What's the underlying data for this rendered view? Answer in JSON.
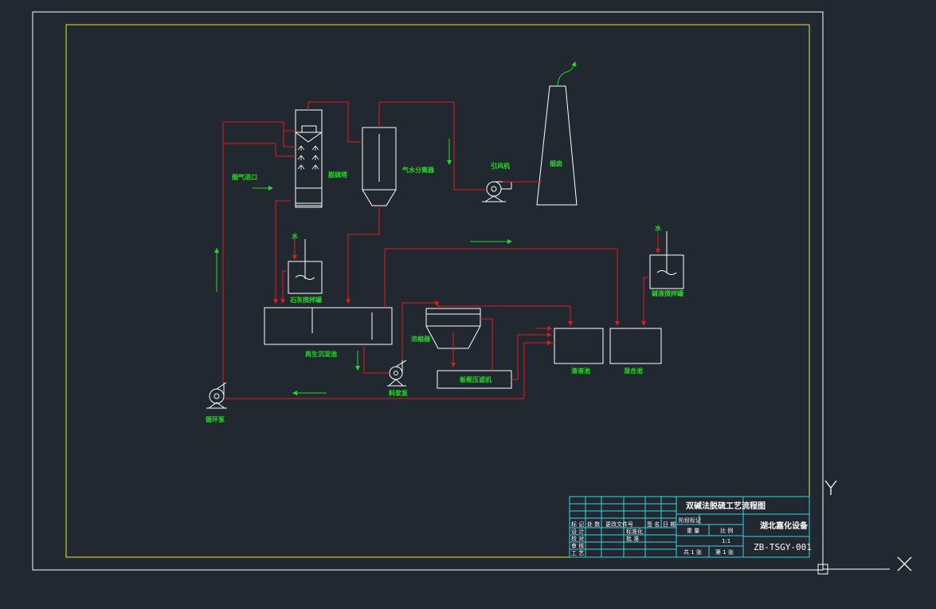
{
  "labels": {
    "flue_gas_inlet": "烟气进口",
    "absorber": "脱硫塔",
    "separator": "气水分离器",
    "fan": "引风机",
    "chimney": "烟囱",
    "water_1": "水",
    "water_2": "水",
    "lime_tank": "石灰搅拌罐",
    "alkali_tank": "碱液搅拌罐",
    "regen_tank": "再生沉淀池",
    "thickener": "浓缩器",
    "filter_press": "板框压滤机",
    "clear_tank": "清液池",
    "mix_tank": "混合池",
    "slurry_pump": "料浆泵",
    "circ_pump": "循环泵"
  },
  "title_block": {
    "drawing_title": "双碱法脱硫工艺流程图",
    "company": "湖北嘉化设备",
    "drawing_no": "ZB-TSGY-001",
    "scale": "1:1",
    "sheets": "共 1 张",
    "sheet": "第 1 张",
    "row_labels": [
      "标 记",
      "设 计",
      "校 对",
      "审 核",
      "工 艺"
    ],
    "col_labels": [
      "处 数",
      "更改文件号",
      "签 名",
      "日 期"
    ],
    "cells": [
      "标准化",
      "批 准",
      "阶段标记",
      "重 量",
      "比 例"
    ]
  },
  "axes": {
    "y": "Y",
    "x": "X"
  },
  "colors": {
    "background": "#212830",
    "equipment": "#ffffff",
    "pipe": "#e01b1b",
    "arrow": "#22dd22",
    "inner_frame": "#e4e43c",
    "title_block": "#3cd2e6"
  }
}
